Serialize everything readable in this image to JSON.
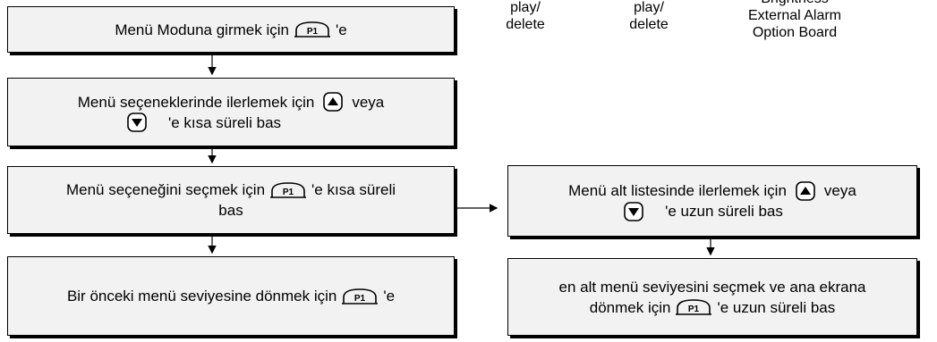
{
  "top_labels": {
    "col1": [
      "play/",
      "delete"
    ],
    "col2": [
      "play/",
      "delete"
    ],
    "col3": [
      "Brightness",
      "External Alarm",
      "Option Board"
    ]
  },
  "boxes": {
    "b1": {
      "before": "Menü Moduna girmek için",
      "after": "'e"
    },
    "b2": {
      "line1_before": "Menü seçeneklerinde ilerlemek için",
      "line1_after": "veya",
      "line2_after": "'e kısa süreli bas"
    },
    "b3": {
      "line1_before": "Menü seçeneğini seçmek için",
      "line1_after": "'e kısa süreli",
      "line2": "bas"
    },
    "b4": {
      "before": "Bir önceki menü seviyesine dönmek için",
      "after": "'e"
    },
    "b5": {
      "line1_before": "Menü alt listesinde ilerlemek için",
      "line1_after": "veya",
      "line2_after": "'e uzun süreli bas"
    },
    "b6": {
      "line1": "en alt menü seviyesini seçmek ve ana ekrana",
      "line2_before": "dönmek için",
      "line2_after": "'e uzun süreli bas"
    }
  },
  "icons": {
    "p1_label": "P1"
  }
}
